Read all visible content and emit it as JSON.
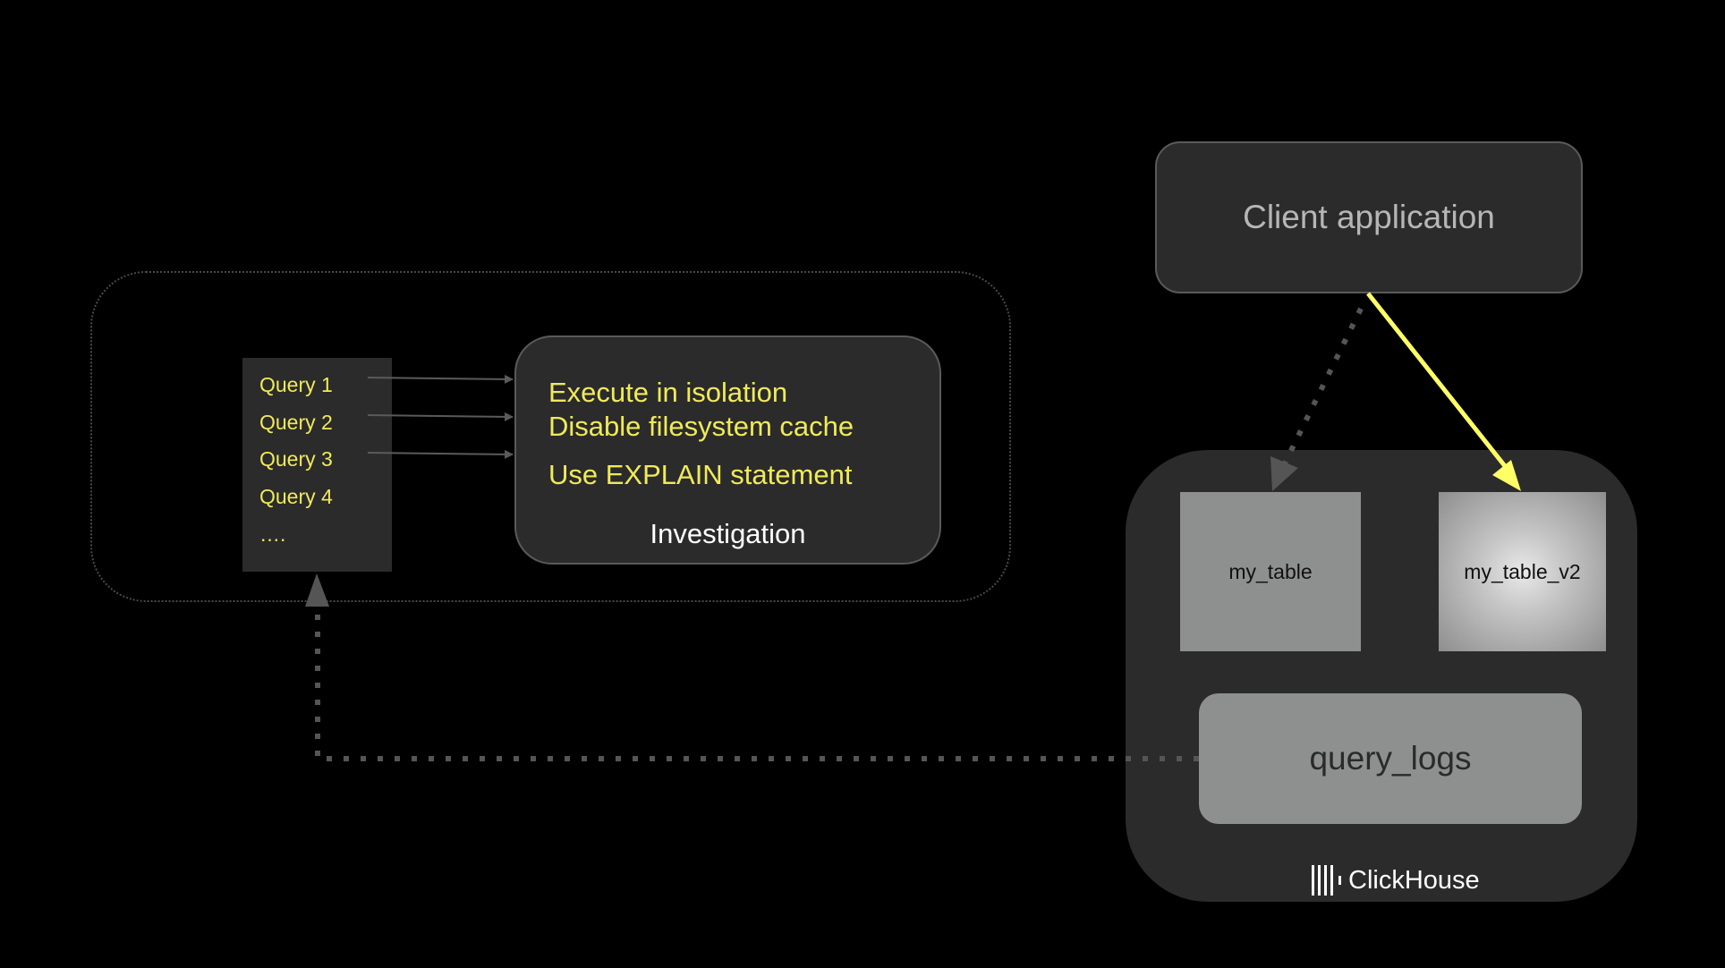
{
  "queries": {
    "items": [
      "Query 1",
      "Query 2",
      "Query 3",
      "Query 4",
      "…."
    ]
  },
  "investigation": {
    "lines": [
      "Execute in isolation",
      "Disable filesystem cache",
      "Use EXPLAIN statement"
    ],
    "title": "Investigation"
  },
  "client": {
    "label": "Client application"
  },
  "clickhouse": {
    "tables": [
      "my_table",
      "my_table_v2"
    ],
    "logs_label": "query_logs",
    "brand": "ClickHouse"
  },
  "colors": {
    "background": "#000000",
    "panel": "#2b2b2b",
    "highlight_text": "#f0ea5a",
    "active_arrow": "#ffff66",
    "table_gray": "#8e908f"
  }
}
